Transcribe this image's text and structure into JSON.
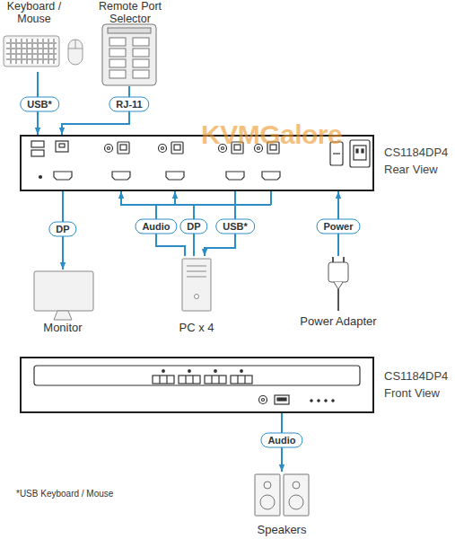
{
  "diagram": {
    "nodes": [
      {
        "text": [
          "Keyboard / Mouse"
        ]
      },
      {
        "text": [
          "Remote Port Selector"
        ]
      },
      {
        "text": [
          "CS1184DP4 Rear View"
        ]
      },
      {
        "text": [
          "Monitor"
        ]
      },
      {
        "text": [
          "PC x 4"
        ]
      },
      {
        "text": [
          "Power Adapter"
        ]
      },
      {
        "text": [
          "CS1184DP4 Front View"
        ]
      },
      {
        "text": [
          "Speakers"
        ]
      }
    ],
    "edges": [
      {
        "from": 0,
        "to": 2,
        "arrow": "to",
        "label": "USB*"
      },
      {
        "from": 1,
        "to": 2,
        "arrow": "to",
        "label": "RJ-11"
      },
      {
        "from": 2,
        "to": 3,
        "arrow": "to",
        "label": "DP"
      },
      {
        "from": 4,
        "to": 2,
        "arrow": "to",
        "label": "Audio"
      },
      {
        "from": 4,
        "to": 2,
        "arrow": "to",
        "label": "DP"
      },
      {
        "from": 2,
        "to": 4,
        "arrow": "to",
        "label": "USB*"
      },
      {
        "from": 5,
        "to": 2,
        "arrow": "to",
        "label": "Power"
      },
      {
        "from": 6,
        "to": 7,
        "arrow": "to",
        "label": "Audio"
      }
    ],
    "labels": [
      "KVMGalore",
      "*USB Keyboard / Mouse"
    ]
  }
}
